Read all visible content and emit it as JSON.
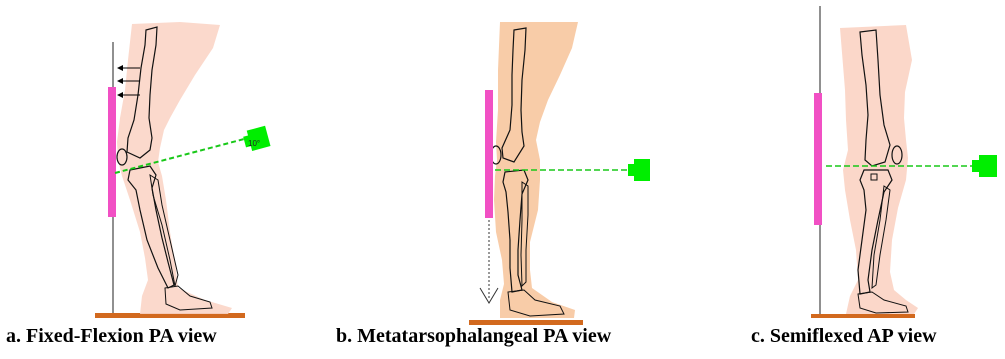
{
  "colors": {
    "skin_a": "#fbd5c6",
    "skin_b": "#f8c9a3",
    "skin_c": "#fbd5c6",
    "detector": "#f150c4",
    "beam": "#18c818",
    "source": "#00ee00",
    "floor": "#d2691e"
  },
  "panels": [
    {
      "caption": "a. Fixed-Flexion PA view",
      "angle_label": "10°"
    },
    {
      "caption": "b. Metatarsophalangeal PA view"
    },
    {
      "caption": "c. Semiflexed AP view"
    }
  ]
}
